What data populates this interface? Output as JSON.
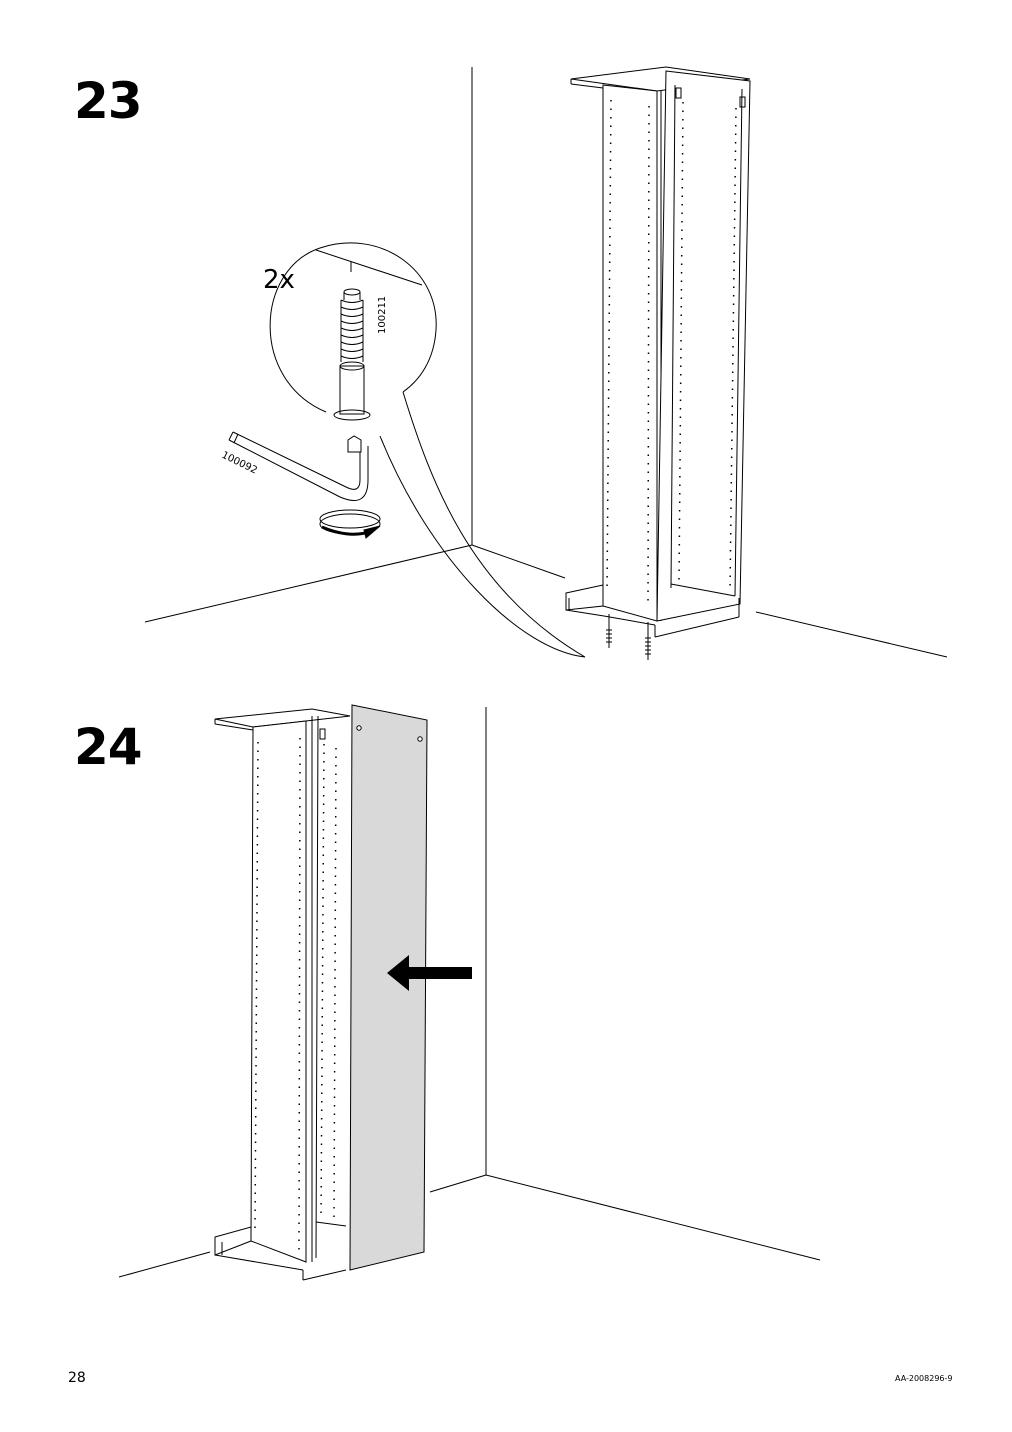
{
  "steps": [
    {
      "number": "23",
      "quantity": "2x",
      "part_screw": "100211",
      "part_key": "100092"
    },
    {
      "number": "24"
    }
  ],
  "footer": {
    "page_number": "28",
    "doc_code": "AA-2008296-9"
  },
  "colors": {
    "line": "#000000",
    "panel_fill": "#d9d9d9"
  }
}
